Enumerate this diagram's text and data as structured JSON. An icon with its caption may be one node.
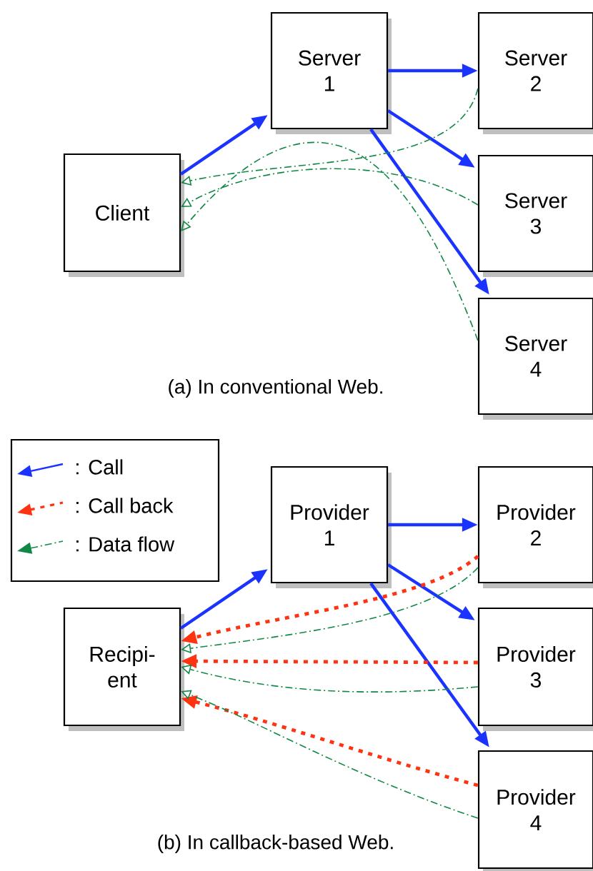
{
  "diagram": {
    "nodes": [
      {
        "text": [
          "Client"
        ]
      },
      {
        "text": [
          "Server 1"
        ]
      },
      {
        "text": [
          "Server 2"
        ]
      },
      {
        "text": [
          "Server 3"
        ]
      },
      {
        "text": [
          "Server 4"
        ]
      },
      {
        "text": [
          "Recipi- ent"
        ]
      },
      {
        "text": [
          "Provider 1"
        ]
      },
      {
        "text": [
          "Provider 2"
        ]
      },
      {
        "text": [
          "Provider 3"
        ]
      },
      {
        "text": [
          "Provider 4"
        ]
      }
    ],
    "edges": [
      {
        "from": 0,
        "to": 1,
        "arrow": "to"
      },
      {
        "from": 1,
        "to": 2,
        "arrow": "to"
      },
      {
        "from": 1,
        "to": 3,
        "arrow": "to"
      },
      {
        "from": 1,
        "to": 4,
        "arrow": "to"
      },
      {
        "from": 2,
        "to": 0,
        "arrow": "to",
        "style": "dashed",
        "color": "#118844"
      },
      {
        "from": 3,
        "to": 0,
        "arrow": "to",
        "style": "dashed",
        "color": "#118844"
      },
      {
        "from": 4,
        "to": 0,
        "arrow": "to",
        "style": "dashed",
        "color": "#118844"
      },
      {
        "from": 5,
        "to": 6,
        "arrow": "to"
      },
      {
        "from": 6,
        "to": 7,
        "arrow": "to"
      },
      {
        "from": 6,
        "to": 8,
        "arrow": "to"
      },
      {
        "from": 6,
        "to": 9,
        "arrow": "to"
      },
      {
        "from": 7,
        "to": 5,
        "arrow": "to",
        "style": "dashed",
        "color": "#ff3311"
      },
      {
        "from": 8,
        "to": 5,
        "arrow": "to",
        "style": "dashed",
        "color": "#ff3311"
      },
      {
        "from": 9,
        "to": 5,
        "arrow": "to",
        "style": "dashed",
        "color": "#ff3311"
      },
      {
        "from": 7,
        "to": 5,
        "arrow": "to",
        "style": "dashed",
        "color": "#118844"
      },
      {
        "from": 8,
        "to": 5,
        "arrow": "to",
        "style": "dashed",
        "color": "#118844"
      },
      {
        "from": 9,
        "to": 5,
        "arrow": "to",
        "style": "dashed",
        "color": "#118844"
      }
    ],
    "labels": [
      "(a) In conventional Web.",
      "(b) In callback-based Web."
    ],
    "legend": [
      {
        "text": ": Call"
      },
      {
        "text": ": Call back"
      },
      {
        "text": ": Data flow"
      }
    ]
  }
}
